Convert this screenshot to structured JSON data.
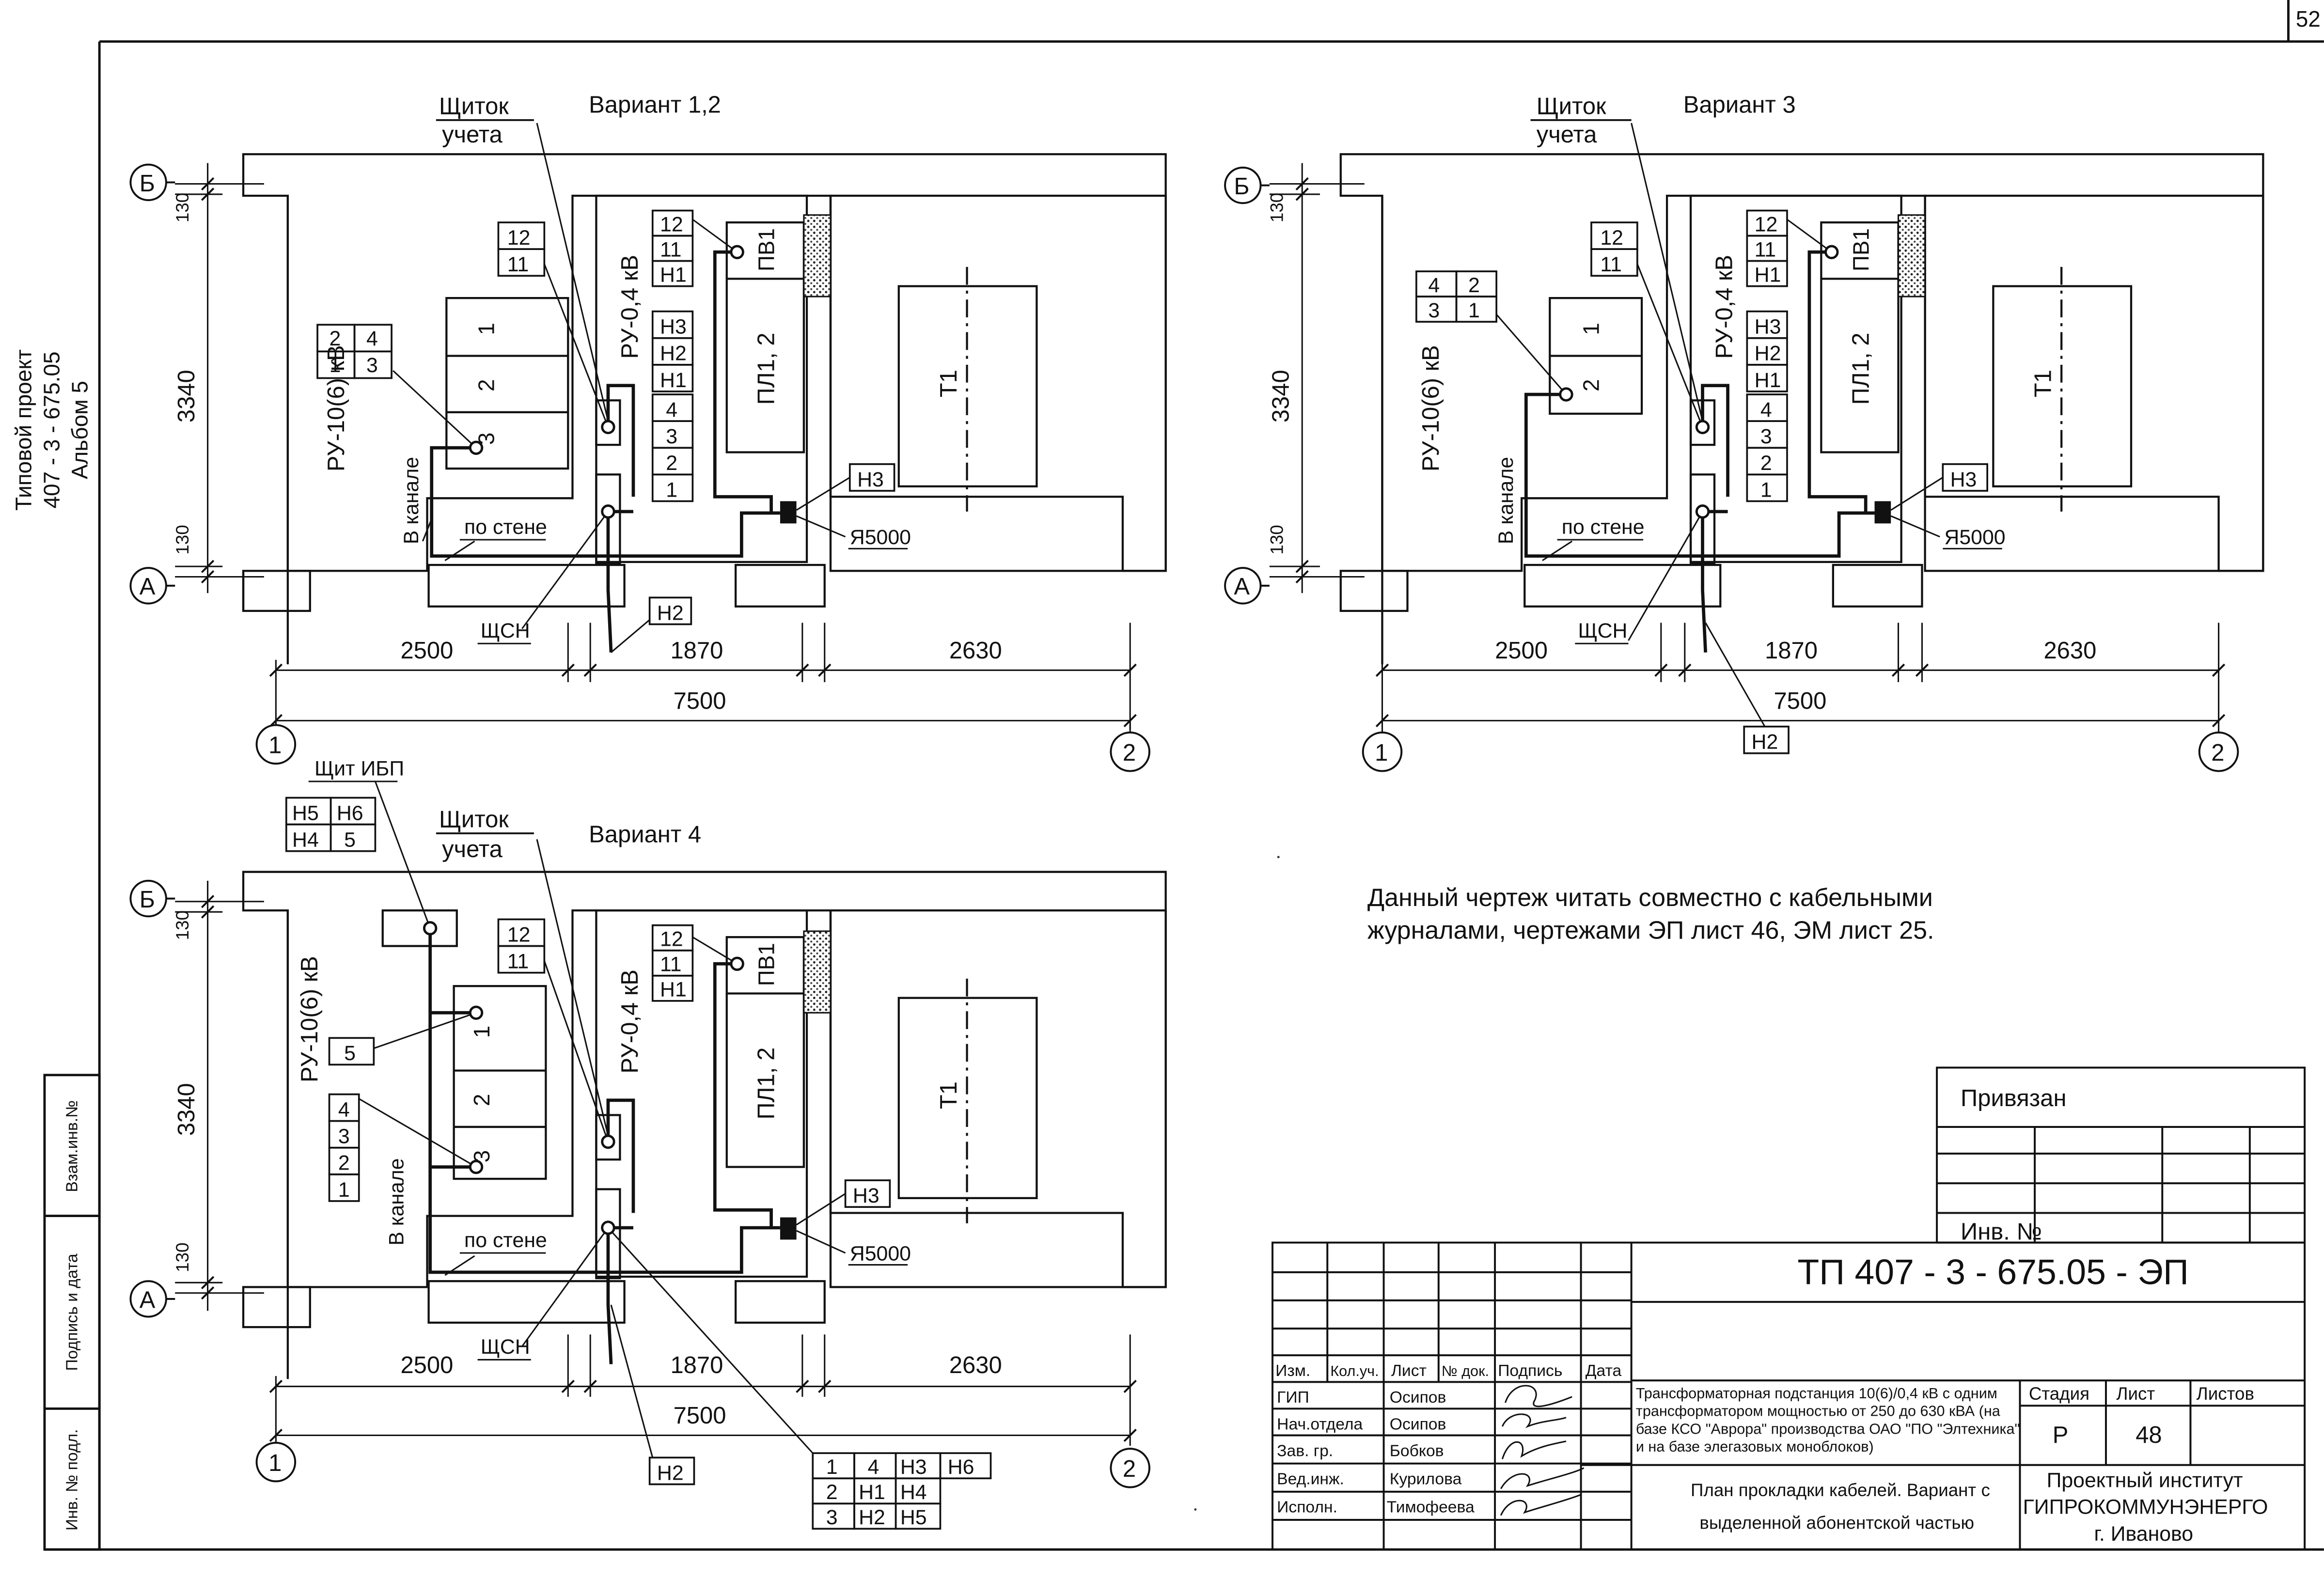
{
  "sheet_number": "52",
  "side_stamp": {
    "line1": "Типовой проект",
    "line2": "407 - 3 - 675.05",
    "line3": "Альбом  5"
  },
  "margin_boxes": [
    "Инв. № подл.",
    "Подпись и дата",
    "Взам.инв.№"
  ],
  "common": {
    "ru_high": "РУ-10(6) кВ",
    "ru_low": "РУ-0,4 кВ",
    "pl": "ПЛ1, 2",
    "pv": "ПВ1",
    "t1": "Т1",
    "ya": "Я5000",
    "shchsn": "ЩСН",
    "in_channel": "В канале",
    "on_wall": "по стене",
    "meter_1": "Щиток",
    "meter_2": "учета",
    "dim_2500": "2500",
    "dim_1870": "1870",
    "dim_2630": "2630",
    "dim_7500": "7500",
    "dim_3340": "3340",
    "dim_130": "130",
    "axis_b": "Б",
    "axis_a": "А",
    "axis_1": "1",
    "axis_2": "2",
    "cell_1": "1",
    "cell_2": "2",
    "cell_3": "3",
    "tag_12": "12",
    "tag_11": "11",
    "tag_h1": "Н1",
    "tag_h2": "Н2",
    "tag_h3": "Н3",
    "tag_4": "4",
    "tag_3": "3",
    "tag_2": "2",
    "tag_1": "1"
  },
  "variants": {
    "v12": {
      "title": "Вариант 1,2",
      "hv_table": [
        "2",
        "4",
        "1",
        "3"
      ]
    },
    "v3": {
      "title": "Вариант 3",
      "hv_table": [
        "4",
        "2",
        "3",
        "1"
      ]
    },
    "v4": {
      "title": "Вариант 4",
      "ups_label": "Щит ИБП",
      "ups_table": [
        "Н5",
        "Н6",
        "Н4",
        "5"
      ],
      "tag_5": "5",
      "stack": [
        "4",
        "3",
        "2",
        "1"
      ],
      "bottom_table": [
        "1",
        "4",
        "Н3",
        "Н6",
        "2",
        "Н1",
        "Н4",
        "3",
        "Н2",
        "Н5"
      ]
    }
  },
  "note": {
    "line1": "Данный чертеж читать совместно с кабельными",
    "line2": "журналами, чертежами ЭП лист  46, ЭМ лист  25."
  },
  "tied_block": {
    "title": "Привязан",
    "inv": "Инв. №"
  },
  "title_block": {
    "code": "ТП  407 - 3 - 675.05 - ЭП",
    "headers": [
      "Изм.",
      "Кол.уч.",
      "Лист",
      "№ док.",
      "Подпись",
      "Дата"
    ],
    "roles": [
      "ГИП",
      "Нач.отдела",
      "Зав. гр.",
      "Вед.инж.",
      "Исполн."
    ],
    "names": [
      "Осипов",
      "Осипов",
      "Бобков",
      "Курилова",
      "Тимофеева"
    ],
    "description": [
      "Трансформаторная подстанция 10(6)/0,4 кВ с одним",
      "трансформатором мощностью  от 250 до 630 кВА (на",
      "базе КСО \"Аврора\" производства ОАО \"ПО \"Элтехника\"",
      "и на базе элегазовых моноблоков)"
    ],
    "sheet_title_1": "План прокладки кабелей. Вариант с",
    "sheet_title_2": "выделенной абонентской частью",
    "stage_label": "Стадия",
    "sheet_label": "Лист",
    "sheets_label": "Листов",
    "stage_value": "Р",
    "sheet_value": "48",
    "org_1": "Проектный институт",
    "org_2": "ГИПРОКОММУНЭНЕРГО",
    "org_3": "г. Иваново"
  }
}
